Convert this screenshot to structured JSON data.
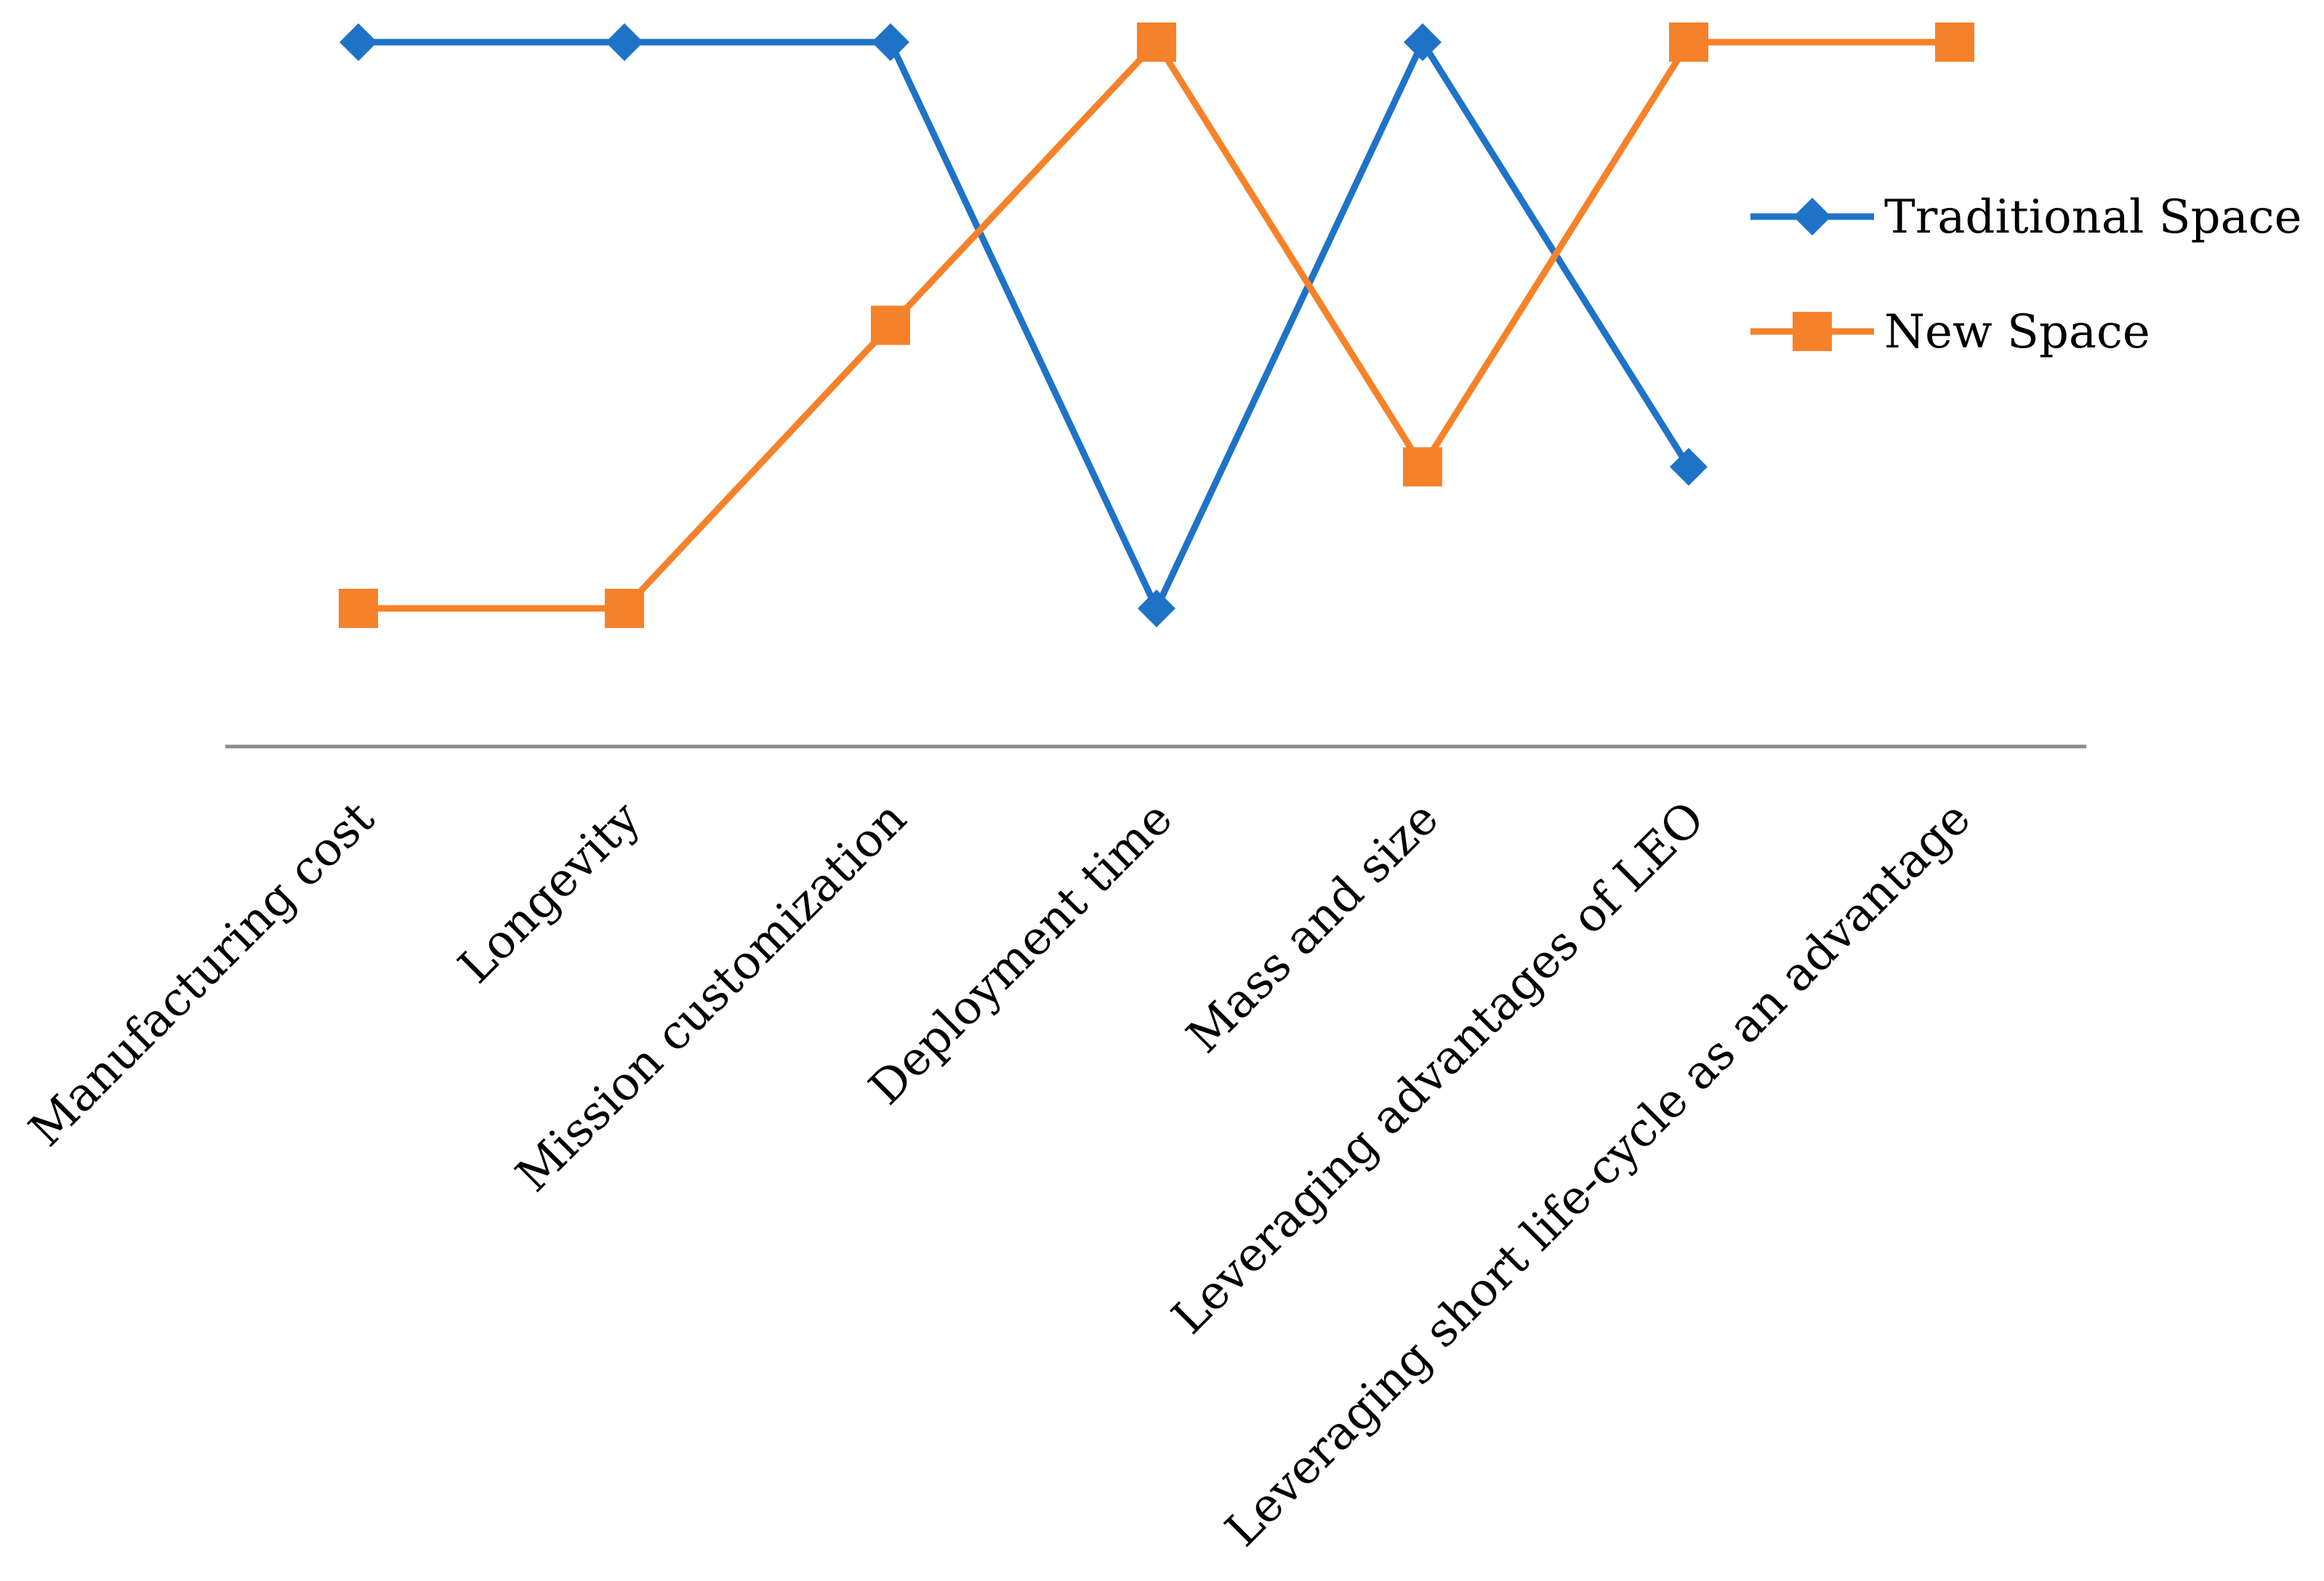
{
  "chart_data": {
    "type": "line",
    "title": "",
    "xlabel": "",
    "ylabel": "",
    "categories": [
      "Manufacturing cost",
      "Longevity",
      "Mission customization",
      "Deployment time",
      "Mass and size",
      "Leveraging advantages of LEO",
      "Leveraging short life-cycle as an advantage"
    ],
    "ylim": [
      0,
      5
    ],
    "grid": false,
    "y_axis_visible": false,
    "legend_position": "right",
    "series": [
      {
        "name": "Traditional Space",
        "color": "#1f73c7",
        "marker": "diamond",
        "values": [
          5,
          5,
          5,
          1,
          5,
          2,
          null
        ]
      },
      {
        "name": "New Space",
        "color": "#f5822a",
        "marker": "square",
        "values": [
          1,
          1,
          3,
          5,
          2,
          5,
          5
        ]
      }
    ]
  }
}
